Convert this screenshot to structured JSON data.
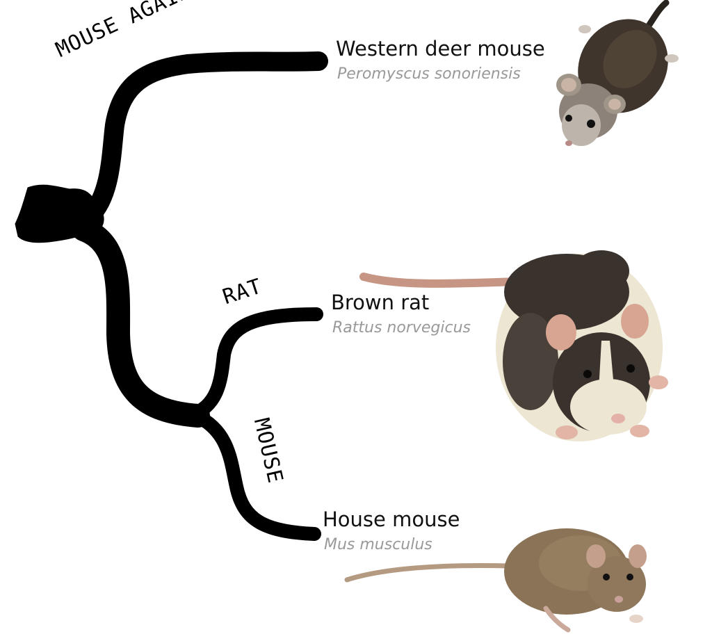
{
  "branch_labels": {
    "mouse_again": "MOUSE AGAIN",
    "rat": "RAT",
    "mouse": "MOUSE"
  },
  "species": [
    {
      "common_name": "Western deer mouse",
      "scientific_name": "Peromyscus sonoriensis",
      "photo": "deer-mouse-photo"
    },
    {
      "common_name": "Brown rat",
      "scientific_name": "Rattus norvegicus",
      "photo": "brown-rat-photo"
    },
    {
      "common_name": "House mouse",
      "scientific_name": "Mus musculus",
      "photo": "house-mouse-photo"
    }
  ],
  "colors": {
    "tree": "#000000",
    "scientific_name": "#999999",
    "deer_mouse_fur": "#3f352c",
    "rat_fur": "#ece6d2",
    "rat_patch": "#3a332d",
    "house_mouse_fur": "#8a7356"
  }
}
